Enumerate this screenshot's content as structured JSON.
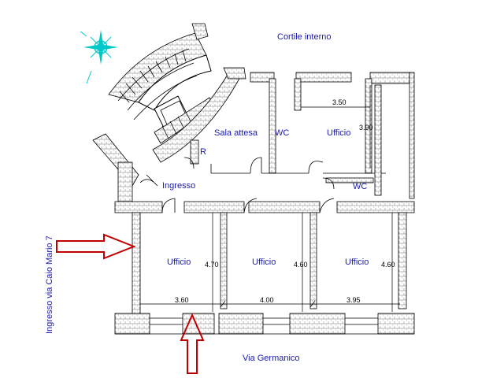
{
  "labels": {
    "courtyard": "Cortile interno",
    "waiting_room": "Sala attesa",
    "wc_top": "WC",
    "wc_right": "WC",
    "office_top": "Ufficio",
    "office_1": "Ufficio",
    "office_2": "Ufficio",
    "office_3": "Ufficio",
    "entrance": "Ingresso",
    "r_mark": "R",
    "side_entrance": "Ingresso  via  Caio  Mario  7",
    "street": "Via Germanico"
  },
  "dimensions": {
    "office_top_width": "3.50",
    "office_top_depth": "3.90",
    "office_1_depth": "4.70",
    "office_2_depth": "4.60",
    "office_3_depth": "4.60",
    "office_1_width": "3.60",
    "office_2_width": "4.00",
    "office_3_width": "3.95"
  },
  "colors": {
    "label": "#1a1ab0",
    "compass": "#00c8c8",
    "arrow": "#c00000",
    "wall": "#000000"
  },
  "icons": {
    "compass": "compass-rose-icon",
    "arrow": "entrance-arrow-icon"
  }
}
